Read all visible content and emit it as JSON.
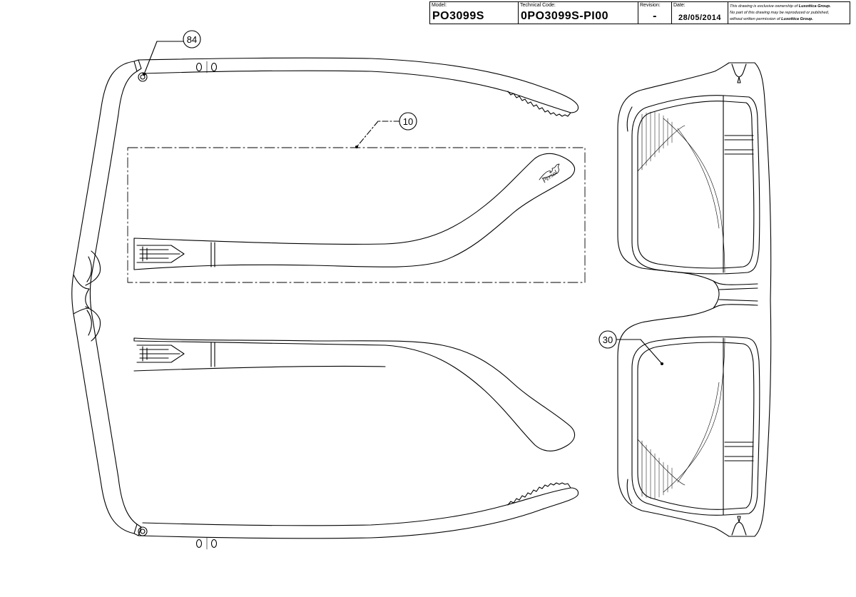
{
  "title_block": {
    "model_label": "Model:",
    "model_value": "PO3099S",
    "code_label": "Technical Code:",
    "code_value": "0PO3099S-PI00",
    "revision_label": "Revision:",
    "revision_value": "-",
    "date_label": "Date:",
    "date_value": "28/05/2014",
    "notice_line1": "This drawing is exclusive ownership of",
    "notice_brand": "Luxottica Group.",
    "notice_line2": "No part of this drawing may be reproduced or published,",
    "notice_line3": "without written permission of",
    "notice_brand2": "Luxottica Group."
  },
  "callouts": {
    "c84": "84",
    "c10": "10",
    "c30": "30"
  }
}
